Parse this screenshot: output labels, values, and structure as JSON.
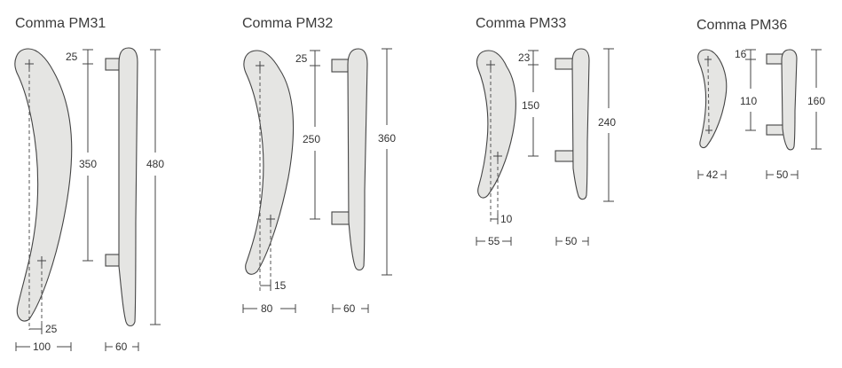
{
  "colors": {
    "handle_fill": "#e5e5e3",
    "outline": "#444444",
    "text": "#333333"
  },
  "models": [
    {
      "title": "Comma PM31",
      "top_offset": "25",
      "center_distance": "350",
      "total_length": "480",
      "projection": "25",
      "width": "100",
      "depth": "60"
    },
    {
      "title": "Comma PM32",
      "top_offset": "25",
      "center_distance": "250",
      "total_length": "360",
      "projection": "15",
      "width": "80",
      "depth": "60"
    },
    {
      "title": "Comma PM33",
      "top_offset": "23",
      "center_distance": "150",
      "total_length": "240",
      "projection": "10",
      "width": "55",
      "depth": "50"
    },
    {
      "title": "Comma PM36",
      "top_offset": "16",
      "center_distance": "110",
      "total_length": "160",
      "width": "42",
      "depth": "50"
    }
  ],
  "icons": {
    "mount_point": "crosshair-icon"
  }
}
